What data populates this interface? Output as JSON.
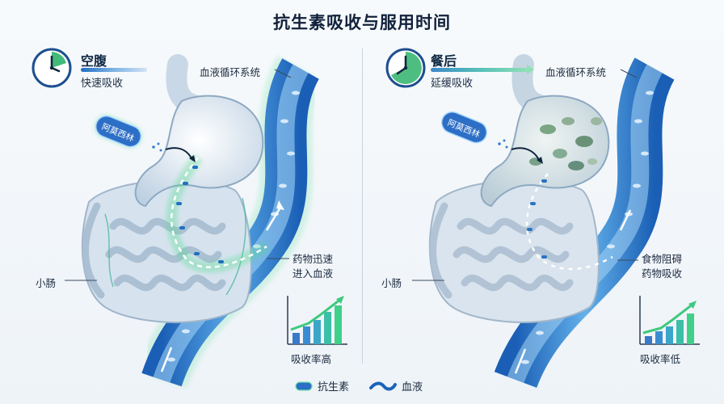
{
  "title": "抗生素吸收与服用时间",
  "left": {
    "mode": "空腹",
    "subtitle": "快速吸收",
    "pill_text": "阿莫西林",
    "blood_label": "血液循环系统",
    "intestine_label": "小肠",
    "annotation_line1": "药物迅速",
    "annotation_line2": "进入血液",
    "chart_caption": "吸收率高"
  },
  "right": {
    "mode": "餐后",
    "subtitle": "延缓吸收",
    "pill_text": "阿莫西林",
    "blood_label": "血液循环系统",
    "intestine_label": "小肠",
    "annotation_line1": "食物阻碍",
    "annotation_line2": "药物吸收",
    "chart_caption": "吸收率低"
  },
  "legend": {
    "antibiotic": "抗生素",
    "blood": "血液"
  },
  "colors": {
    "blood_dark": "#1b63b8",
    "blood_light": "#7cc0ef",
    "drug_glow": "#5ee08a",
    "stomach": "#dbe7f2",
    "clock_accent": "#2fb36a"
  }
}
